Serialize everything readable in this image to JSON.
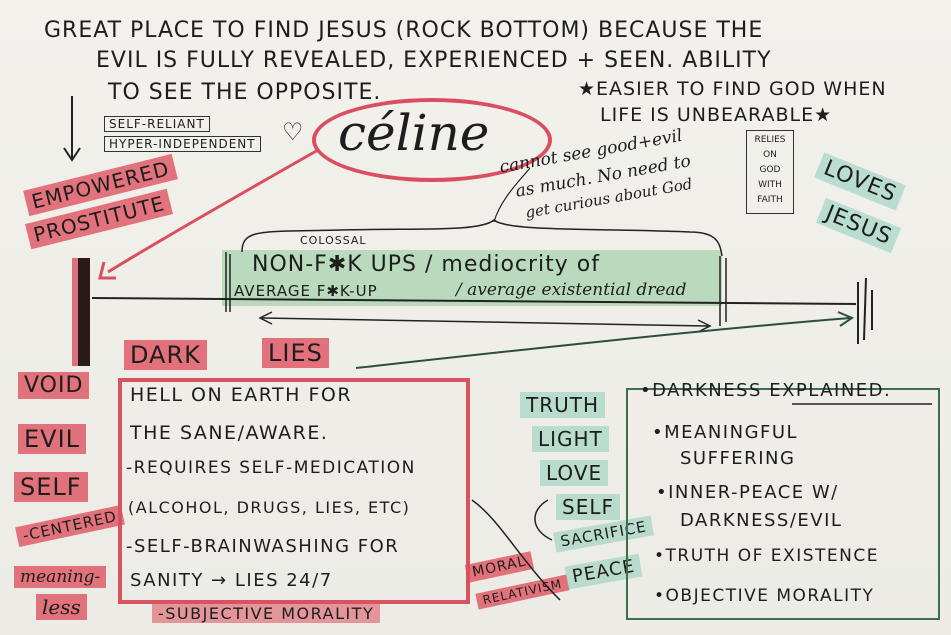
{
  "header": {
    "line1": "GREAT PLACE TO FIND JESUS (ROCK BOTTOM) BECAUSE THE",
    "line2": "EVIL IS FULLY REVEALED, EXPERIENCED + SEEN. ABILITY",
    "line3": "TO SEE THE OPPOSITE."
  },
  "star_note": {
    "line1": "★EASIER TO FIND GOD WHEN",
    "line2": "LIFE IS UNBEARABLE★"
  },
  "traits": [
    "SELF-RELIANT",
    "HYPER-INDEPENDENT"
  ],
  "name": "céline",
  "left_label": {
    "line1": "EMPOWERED",
    "line2": "PROSTITUTE"
  },
  "right_label": {
    "line1": "LOVES",
    "line2": "JESUS"
  },
  "relies_box": [
    "RELIES",
    "ON",
    "GOD",
    "WITH",
    "FAITH"
  ],
  "middle_note": {
    "line1": "cannot see good+evil",
    "line2": "as much. No need to",
    "line3": "get curious about God"
  },
  "spectrum": {
    "colossal": "COLOSSAL",
    "top": "NON-F✱K UPS / mediocrity of",
    "bottom_left": "AVERAGE F✱K-UP",
    "bottom_right": "/ average existential dread"
  },
  "dark": {
    "word1": "DARK",
    "word2": "LIES"
  },
  "left_words": [
    "VOID",
    "EVIL",
    "SELF",
    "-CENTERED",
    "meaning-",
    "less"
  ],
  "hell_box": [
    "HELL ON EARTH FOR",
    "THE SANE/AWARE.",
    "-REQUIRES SELF-MEDICATION",
    "(ALCOHOL, DRUGS, LIES, ETC)",
    "-SELF-BRAINWASHING FOR",
    "SANITY → LIES 24/7",
    "-SUBJECTIVE MORALITY"
  ],
  "morals": {
    "line1": "MORAL",
    "line2": "RELATIVISM"
  },
  "virtues": [
    "TRUTH",
    "LIGHT",
    "LOVE",
    "SELF",
    "SACRIFICE",
    "PEACE"
  ],
  "light_box": [
    "•DARKNESS EXPLAINED.",
    "•MEANINGFUL",
    "SUFFERING",
    "•INNER-PEACE W/",
    "DARKNESS/EVIL",
    "•TRUTH OF EXISTENCE",
    "•OBJECTIVE MORALITY"
  ]
}
